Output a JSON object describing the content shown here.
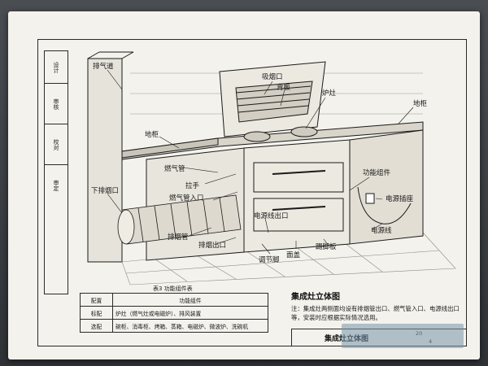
{
  "side_strip": [
    "设计",
    "审核",
    "校对",
    "审定"
  ],
  "labels": {
    "exhaust_duct": "排气道",
    "smoke_inlet": "吸烟口",
    "back_panel": "背板",
    "burner": "炉灶",
    "countertop_left": "地柜",
    "countertop_right": "地柜",
    "gas_pipe": "燃气管",
    "lower_exhaust": "下排烟口",
    "handle": "拉手",
    "gas_inlet": "燃气管入口",
    "function_unit": "功能组件",
    "power_socket": "电源插座",
    "power_outlet": "电源线出口",
    "power_cord": "电源线",
    "exhaust_pipe": "排烟管",
    "smoke_outlet": "排烟出口",
    "adjust_foot": "调节脚",
    "panel": "面盖",
    "kick_board": "踢脚板"
  },
  "table": {
    "caption": "表3 功能组件表",
    "rows": [
      {
        "key": "配置",
        "value": "功能组件"
      },
      {
        "key": "标配",
        "value": "炉灶（燃气灶或电磁炉）、排风装置"
      },
      {
        "key": "选配",
        "value": "碗柜、消毒柜、烤箱、蒸箱、电磁炉、微波炉、洗碗机"
      }
    ]
  },
  "drawing_title": "集成灶立体图",
  "note": "注：集成灶两侧面均设有排烟管出口、燃气管入口、电源线出口等，安装时应根据实际情况选用。",
  "title_block": {
    "name": "集成灶立体图",
    "code": "20",
    "page": "4"
  },
  "colors": {
    "paper": "#f4f2ec",
    "ink": "#1a1a1a"
  }
}
